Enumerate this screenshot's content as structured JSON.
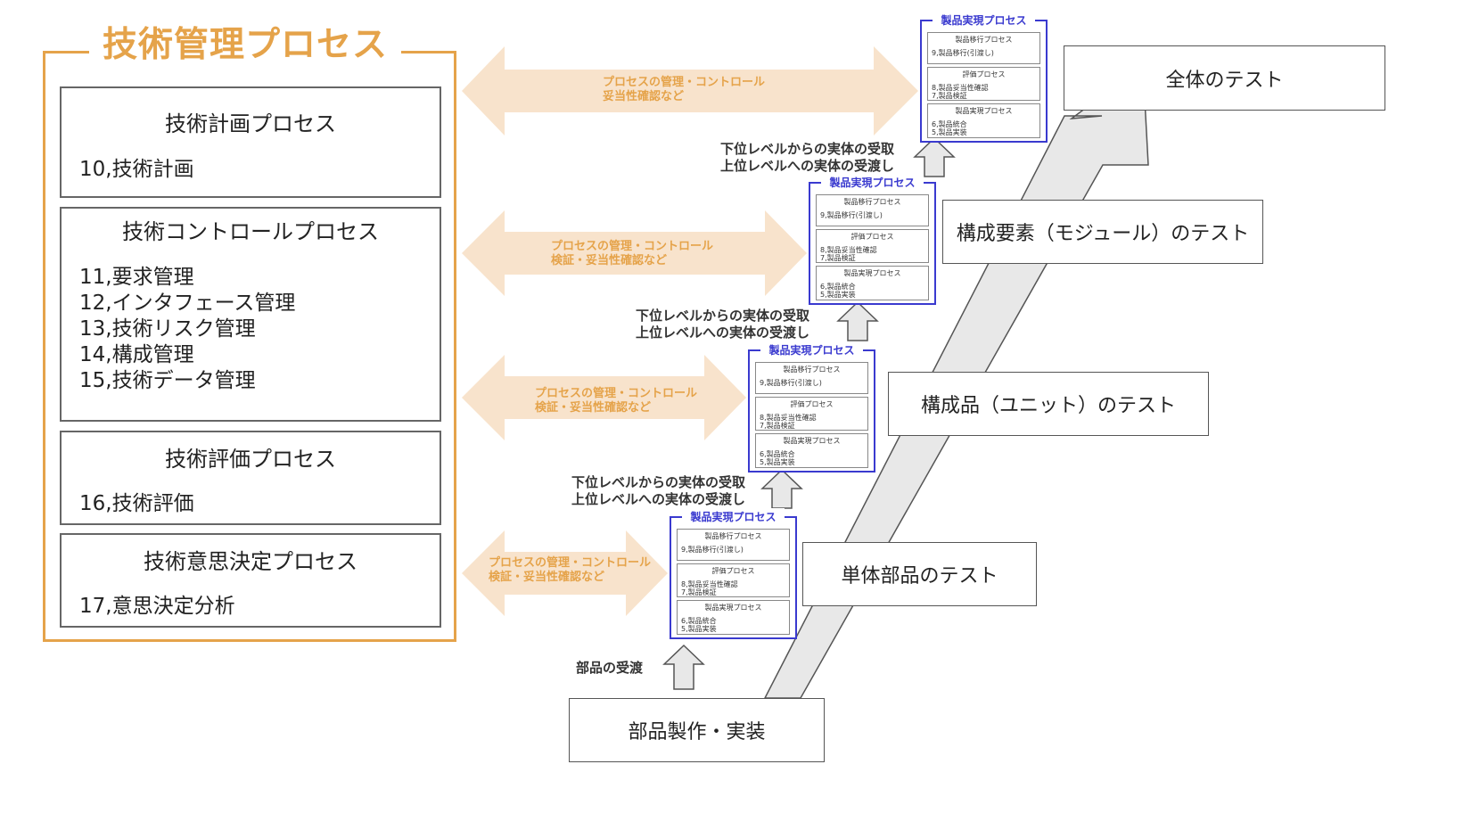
{
  "management": {
    "title": "技術管理プロセス",
    "processes": [
      {
        "title": "技術計画プロセス",
        "items": [
          "10,技術計画"
        ]
      },
      {
        "title": "技術コントロールプロセス",
        "items": [
          "11,要求管理",
          "12,インタフェース管理",
          "13,技術リスク管理",
          "14,構成管理",
          "15,技術データ管理"
        ]
      },
      {
        "title": "技術評価プロセス",
        "items": [
          "16,技術評価"
        ]
      },
      {
        "title": "技術意思決定プロセス",
        "items": [
          "17,意思決定分析"
        ]
      }
    ]
  },
  "arrows": [
    {
      "line1": "プロセスの管理・コントロール",
      "line2": "妥当性確認など"
    },
    {
      "line1": "プロセスの管理・コントロール",
      "line2": "検証・妥当性確認など"
    },
    {
      "line1": "プロセスの管理・コントロール",
      "line2": "検証・妥当性確認など"
    },
    {
      "line1": "プロセスの管理・コントロール",
      "line2": "検証・妥当性確認など"
    }
  ],
  "product_realization": {
    "title": "製品実現プロセス",
    "sections": [
      {
        "title": "製品移行プロセス",
        "items": [
          "9,製品移行(引渡し)"
        ]
      },
      {
        "title": "評価プロセス",
        "items": [
          "8,製品妥当性確認",
          "7,製品検証"
        ]
      },
      {
        "title": "製品実現プロセス",
        "items": [
          "6,製品統合",
          "5,製品実装"
        ]
      }
    ]
  },
  "transfers": [
    {
      "line1": "下位レベルからの実体の受取",
      "line2": "上位レベルへの実体の受渡し"
    },
    {
      "line1": "下位レベルからの実体の受取",
      "line2": "上位レベルへの実体の受渡し"
    },
    {
      "line1": "下位レベルからの実体の受取",
      "line2": "上位レベルへの実体の受渡し"
    }
  ],
  "parts_receive": "部品の受渡",
  "tests": {
    "system": "全体のテスト",
    "module": "構成要素（モジュール）のテスト",
    "unit": "構成品（ユニット）のテスト",
    "part": "単体部品のテスト",
    "fabrication": "部品製作・実装"
  },
  "colors": {
    "management": "#E5A34A",
    "arrow_fill": "#F8E3CC",
    "product_realization": "#3A3ACF",
    "big_arrow_fill": "#E8E8E8"
  }
}
